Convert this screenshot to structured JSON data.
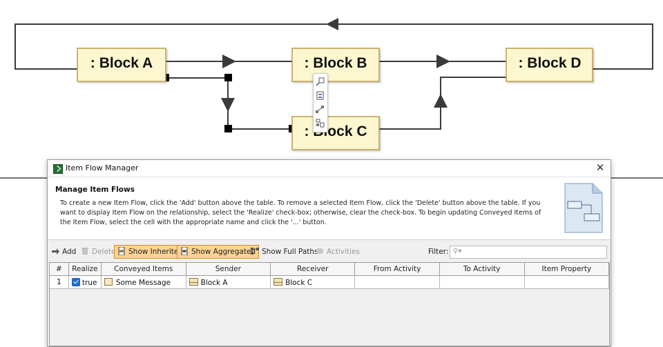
{
  "diagram": {
    "blocks": [
      {
        "id": "a",
        "label": ": Block A"
      },
      {
        "id": "b",
        "label": ": Block B"
      },
      {
        "id": "c",
        "label": ": Block C"
      },
      {
        "id": "d",
        "label": ": Block D"
      }
    ]
  },
  "smart_toolbar": {
    "icons": [
      "zoom-icon",
      "properties-icon",
      "connect-icon",
      "layout-icon"
    ]
  },
  "dialog": {
    "title": "Item Flow Manager",
    "close_glyph": "✕",
    "header": {
      "title": "Manage Item Flows",
      "description": "To create a new Item Flow, click the 'Add' button above the table. To remove a selected Item Flow, click the 'Delete' button above the table. If you want to display Item Flow on the relationship, select the 'Realize' check-box; otherwise, clear the check-box. To begin updating Conveyed Items of the Item Flow, select the cell with the appropriate name and click the '...' button."
    },
    "toolbar": {
      "add": "Add",
      "delete": "Delete",
      "show_inherited": "Show Inherited",
      "show_aggregated": "Show Aggregated",
      "show_full_paths": "Show Full Paths",
      "activities": "Activities",
      "filter_label": "Filter:",
      "filter_placeholder": ""
    },
    "table": {
      "columns": [
        "#",
        "Realize",
        "Conveyed Items",
        "Sender",
        "Receiver",
        "From Activity",
        "To Activity",
        "Item Property"
      ],
      "rows": [
        {
          "num": "1",
          "realize": "true",
          "conveyed": "Some Message",
          "sender": "Block A",
          "receiver": "Block C",
          "from_activity": "",
          "to_activity": "",
          "item_property": ""
        }
      ]
    }
  },
  "colors": {
    "block_fill": "#fdf7d0",
    "block_border": "#b99a4c",
    "toggle_bg": "#fbd393",
    "checkbox": "#1f6fd0"
  }
}
